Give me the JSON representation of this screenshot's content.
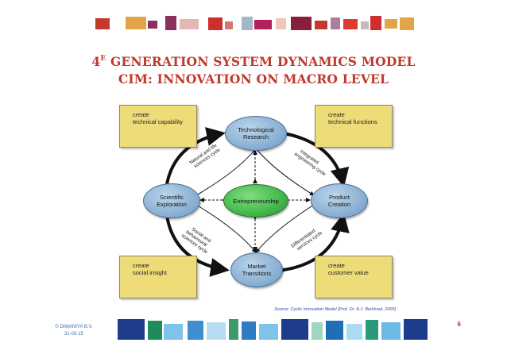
{
  "title": {
    "line1_prefix": "4",
    "line1_sup": "E",
    "line1_rest": " GENERATION SYSTEM DYNAMICS MODEL",
    "line2": "CIM: INNOVATION ON MACRO LEVEL"
  },
  "colors": {
    "title": "#c0392b",
    "box_fill": "#eedc79",
    "node_fill": "#8fb4d6",
    "center_fill": "#44b84a",
    "footer_text": "#3a6fb6"
  },
  "corner_boxes": {
    "top_left": [
      "create",
      "technical capability"
    ],
    "top_right": [
      "create",
      "technical functions"
    ],
    "bottom_left": [
      "create",
      "social insight"
    ],
    "bottom_right": [
      "create",
      "customer value"
    ]
  },
  "nodes": {
    "top": [
      "Technological",
      "Research"
    ],
    "left": [
      "Scientific",
      "Exploration"
    ],
    "right": [
      "Product",
      "Creation"
    ],
    "bottom": [
      "Market",
      "Transitions"
    ],
    "center": "Entrepreneurship"
  },
  "cycles": {
    "top_left": [
      "Natural and life",
      "sciences cycle"
    ],
    "top_right": [
      "Integrated",
      "engineering cycle"
    ],
    "bottom_left": [
      "Social and",
      "behavioural",
      "sciences cycle"
    ],
    "bottom_right": [
      "Differentiated",
      "services cycle"
    ]
  },
  "source": "Source: Cyclic Innovation Model [Prof. Dr. A.J. Berkhout, 2005]",
  "footer": {
    "company": "© DIWANIYA B.V.",
    "date": "31-03-15",
    "page": "6"
  }
}
